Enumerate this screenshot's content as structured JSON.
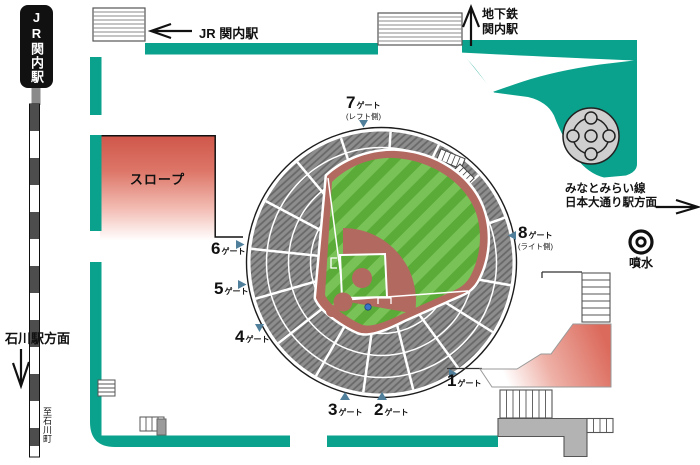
{
  "labels": {
    "jr_sign": "JR関内駅",
    "jr_station_arrow": "JR 関内駅",
    "subway_line1": "地下鉄",
    "subway_line2": "関内駅",
    "minatomirai_line1": "みなとみらい線",
    "minatomirai_line2": "日本大通り駅方面",
    "ishikawa_direction": "石川駅方面",
    "to_ishikawacho": "至石川町",
    "slope": "スロープ",
    "fountain": "噴水"
  },
  "gates": [
    {
      "num": "1",
      "suffix": "ゲート"
    },
    {
      "num": "2",
      "suffix": "ゲート"
    },
    {
      "num": "3",
      "suffix": "ゲート"
    },
    {
      "num": "4",
      "suffix": "ゲート"
    },
    {
      "num": "5",
      "suffix": "ゲート"
    },
    {
      "num": "6",
      "suffix": "ゲート"
    },
    {
      "num": "7",
      "suffix": "ゲート",
      "note": "(レフト側)"
    },
    {
      "num": "8",
      "suffix": "ゲート",
      "note": "(ライト側)"
    }
  ],
  "icons": [
    "station-platform-icon",
    "railway-line-icon",
    "roundabout-icon",
    "fountain-icon",
    "stairs-icon",
    "gate-marker-icon",
    "stadium-icon",
    "slope-icon"
  ],
  "colors": {
    "road_teal": "#0aa28c",
    "slope_red": "#d86355",
    "field_green": "#5aab38",
    "field_green_light": "#79c257",
    "infield_dirt": "#b2695f",
    "seating_gray": "#8d8d8d",
    "gate_marker_blue": "#4f7f9b",
    "rail_dark": "#4d4d4d",
    "sign_black": "#111111"
  }
}
